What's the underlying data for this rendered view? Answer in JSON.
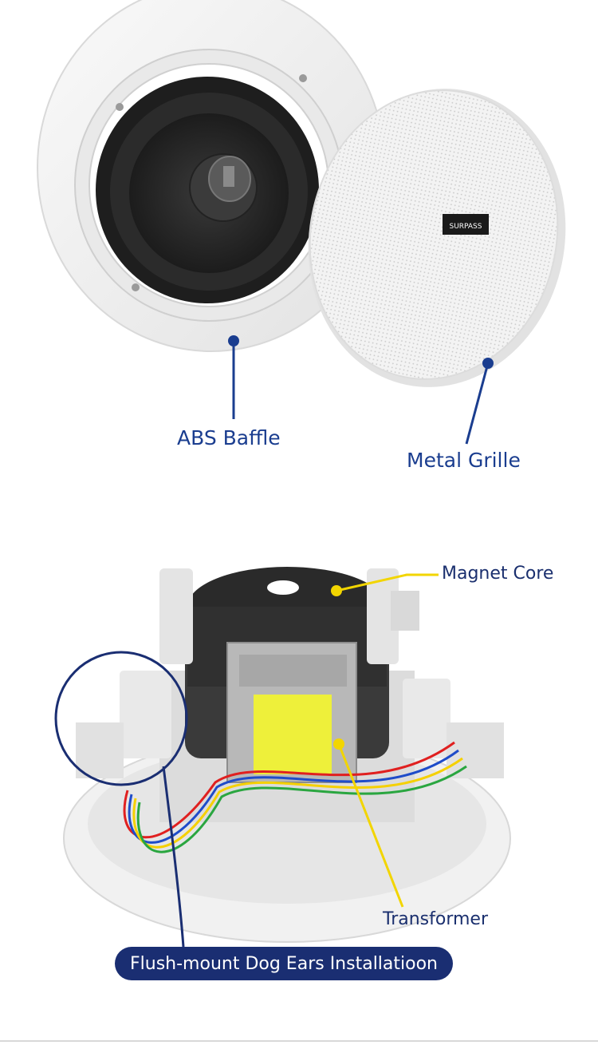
{
  "brand": {
    "grille_logo": "SURPASS"
  },
  "callouts": {
    "abs_baffle": "ABS Baffle",
    "metal_grille": "Metal Grille",
    "magnet_core": "Magnet Core",
    "transformer": "Transformer",
    "dog_ears": "Flush-mount Dog Ears Installatioon"
  },
  "colors": {
    "callout_blue": "#1a3d8f",
    "callout_yellow": "#f2d500",
    "pill_navy": "#1a2e72"
  }
}
